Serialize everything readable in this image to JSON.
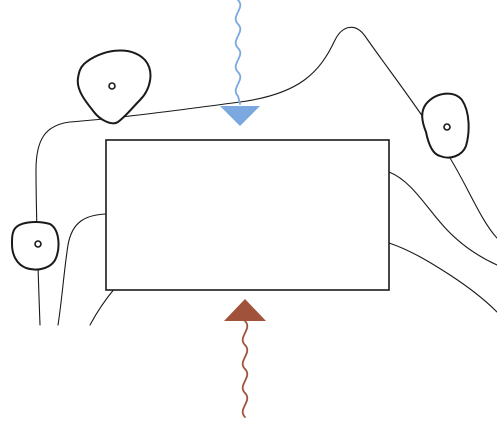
{
  "colors": {
    "outline": "#1a1a1a",
    "cold_arrow": "#7aa8df",
    "hot_arrow": "#a0533a",
    "background": "#ffffff"
  },
  "elements": {
    "top_arrow": {
      "kind": "wavy-arrow",
      "direction": "down",
      "color_key": "cold_arrow"
    },
    "bottom_arrow": {
      "kind": "wavy-arrow",
      "direction": "up",
      "color_key": "hot_arrow"
    },
    "rectangle": {
      "kind": "empty-box"
    },
    "markers": [
      {
        "kind": "blob-with-dot",
        "id": "top-left"
      },
      {
        "kind": "blob-with-dot",
        "id": "left"
      },
      {
        "kind": "blob-with-dot",
        "id": "right"
      }
    ]
  }
}
